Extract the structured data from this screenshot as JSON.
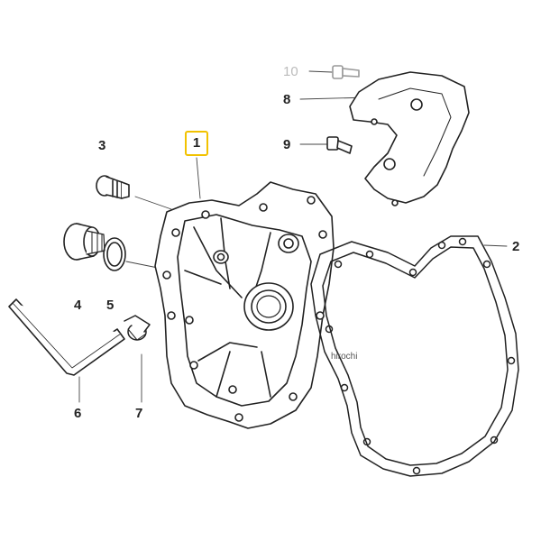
{
  "callouts": {
    "part_1": "1",
    "part_2": "2",
    "part_3": "3",
    "part_4": "4",
    "part_5": "5",
    "part_6": "6",
    "part_7": "7",
    "part_8": "8",
    "part_9": "9",
    "part_10": "10"
  },
  "highlight_color": "#f2c200",
  "watermark": "hirochi"
}
